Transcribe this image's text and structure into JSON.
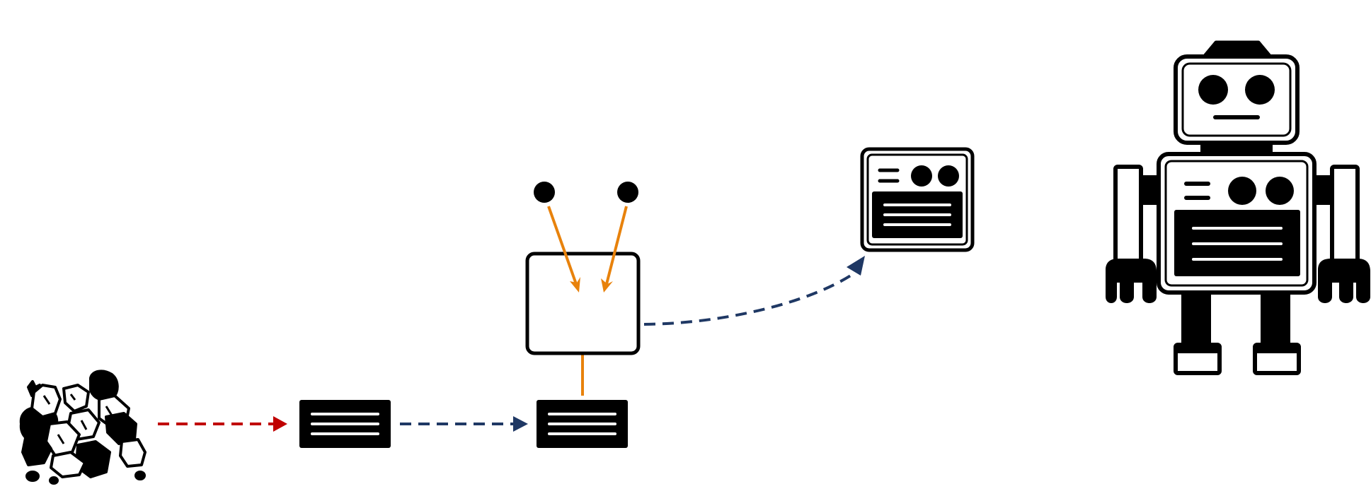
{
  "diagram": {
    "nodes": [
      {
        "id": "rocks",
        "icon": "rock-pile-icon"
      },
      {
        "id": "doc-1",
        "icon": "document-block-icon"
      },
      {
        "id": "doc-2",
        "icon": "document-block-icon"
      },
      {
        "id": "combiner",
        "icon": "empty-box-icon"
      },
      {
        "id": "dot-left",
        "icon": "input-dot-icon"
      },
      {
        "id": "dot-right",
        "icon": "input-dot-icon"
      },
      {
        "id": "robot-body",
        "icon": "robot-body-icon"
      },
      {
        "id": "robot",
        "icon": "robot-icon"
      }
    ],
    "edges": [
      {
        "from": "rocks",
        "to": "doc-1",
        "style": "dashed",
        "color": "#c00000"
      },
      {
        "from": "doc-1",
        "to": "doc-2",
        "style": "dashed",
        "color": "#1f3864"
      },
      {
        "from": "doc-2",
        "to": "combiner",
        "style": "solid",
        "color": "#e8820c"
      },
      {
        "from": "dot-left",
        "to": "combiner",
        "style": "solid",
        "color": "#e8820c"
      },
      {
        "from": "dot-right",
        "to": "combiner",
        "style": "solid",
        "color": "#e8820c"
      },
      {
        "from": "combiner",
        "to": "robot-body",
        "style": "dashed-curve",
        "color": "#1f3864"
      }
    ]
  },
  "colors": {
    "red": "#c00000",
    "navy": "#1f3864",
    "orange": "#e8820c",
    "ink": "#000000"
  }
}
